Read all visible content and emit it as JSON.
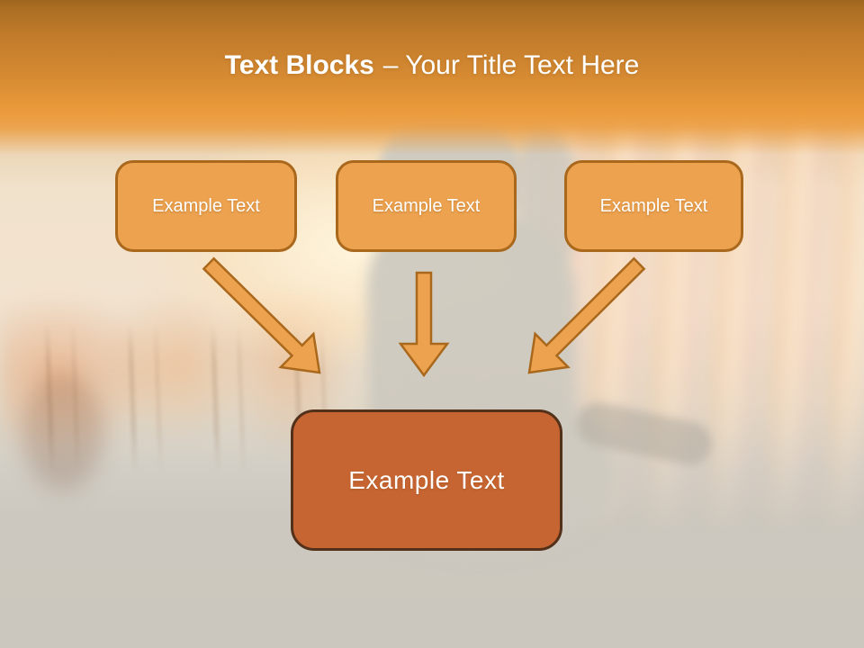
{
  "slide": {
    "header": {
      "title_bold": "Text Blocks",
      "title_regular": "– Your Title Text Here"
    },
    "blocks": [
      {
        "position": "top-left",
        "label": "Example Text"
      },
      {
        "position": "top-center",
        "label": "Example Text"
      },
      {
        "position": "top-right",
        "label": "Example Text"
      }
    ],
    "center_block": {
      "label": "Example Text"
    },
    "arrows": [
      {
        "name": "arrow-top-left-to-center",
        "direction": "down-right"
      },
      {
        "name": "arrow-top-center-to-center",
        "direction": "down"
      },
      {
        "name": "arrow-top-right-to-center",
        "direction": "down-left"
      }
    ],
    "colors": {
      "header_orange_top": "#A86D22",
      "header_orange_bottom": "#EC9C3E",
      "block_fill": "#ECA24F",
      "block_border": "#A9681C",
      "center_block_fill": "#C76532",
      "center_block_border": "#53301A",
      "arrow_fill": "#ECA24E",
      "arrow_border": "#A9681C",
      "title_text": "#FFFFFF",
      "background_gray": "#CBC7BE"
    }
  }
}
